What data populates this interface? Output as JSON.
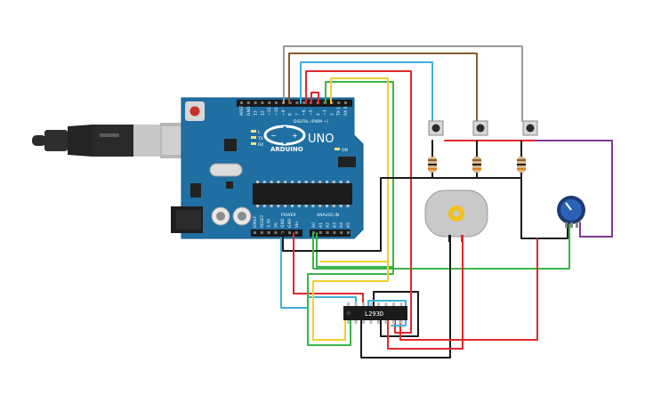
{
  "arduino": {
    "brand": "ARDUINO",
    "model": "UNO",
    "digital_label": "DIGITAL (PWM ~)",
    "power_label": "POWER",
    "analog_label": "ANALOG IN",
    "on_label": "ON",
    "tx_label": "TX",
    "rx_label": "RX",
    "l_label": "L",
    "aref_label": "AREF",
    "gnd_label": "GND",
    "pin_labels_digital": [
      "13",
      "12",
      "~11",
      "~10",
      "~9",
      "8",
      "7",
      "~6",
      "~5",
      "4",
      "~3",
      "2",
      "TX 1",
      "RX 0"
    ],
    "pin_labels_power": [
      "IOREF",
      "RESET",
      "3.3V",
      "5V",
      "GND",
      "GND",
      "Vin"
    ],
    "pin_labels_analog": [
      "A0",
      "A1",
      "A2",
      "A3",
      "A4",
      "A5"
    ]
  },
  "motor_driver": {
    "label": "L293D"
  },
  "colors": {
    "board": "#1f6fa3",
    "red": "#e0282b",
    "black": "#1a1a1a",
    "green": "#39b54a",
    "yellow": "#f2d02c",
    "cyan": "#3fb0d9",
    "brown": "#8b5a2b",
    "grey": "#9a9a9a",
    "purple": "#7a3b96",
    "blue": "#2277bb"
  }
}
